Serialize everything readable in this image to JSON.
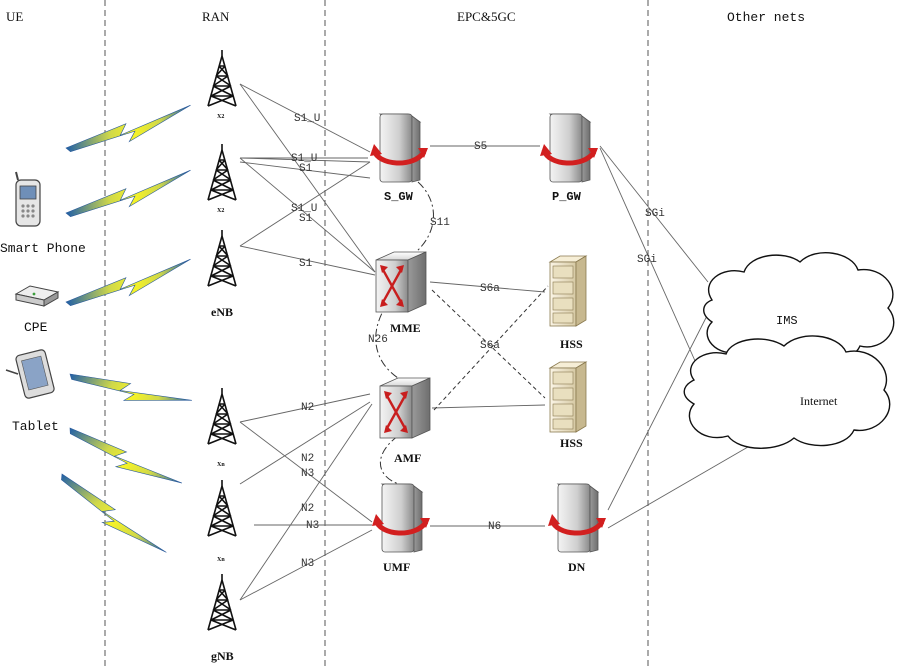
{
  "columns": {
    "ue": "UE",
    "ran": "RAN",
    "core": "EPC&5GC",
    "other": "Other nets"
  },
  "devices": {
    "phone": "Smart Phone",
    "cpe": "CPE",
    "tablet": "Tablet"
  },
  "ran": {
    "enb_label": "eNB",
    "gnb_label": "gNB",
    "x2_a": "X2",
    "x2_b": "X2",
    "xn_a": "Xn",
    "xn_b": "Xn"
  },
  "core": {
    "sgw": "S_GW",
    "pgw": "P_GW",
    "mme": "MME",
    "hss1": "HSS",
    "amf": "AMF",
    "hss2": "HSS",
    "umf": "UMF",
    "dn": "DN"
  },
  "clouds": {
    "ims": "IMS",
    "internet": "Internet"
  },
  "links": {
    "s1u_1": "S1_U",
    "s1u_2": "S1_U",
    "s1_2": "S1",
    "s1u_3": "S1_U",
    "s1_3": "S1",
    "s1_4": "S1",
    "s5": "S5",
    "s11": "S11",
    "s6a_1": "S6a",
    "s6a_2": "S6a",
    "n26": "N26",
    "n2_1": "N2",
    "n2_2": "N2",
    "n3_1": "N3",
    "n2_3": "N2",
    "n3_2": "N3",
    "n3_3": "N3",
    "n6": "N6",
    "sgi_1": "SGi",
    "sgi_2": "SGi"
  }
}
